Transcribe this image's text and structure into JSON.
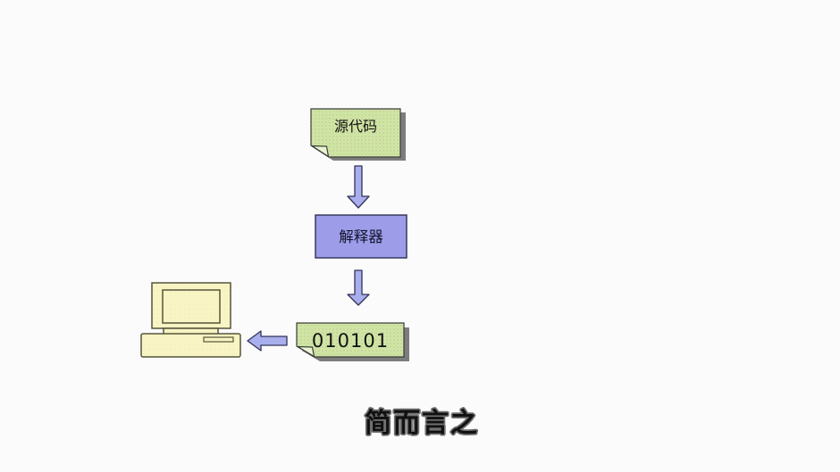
{
  "diagram": {
    "nodes": {
      "source_code": {
        "label": "源代码"
      },
      "interpreter": {
        "label": "解释器"
      },
      "machine_code": {
        "label": "010101"
      }
    },
    "caption": "简而言之",
    "icons": {
      "computer": "computer-icon",
      "flow_arrow_down": "arrow-down-icon",
      "output_arrow_left": "arrow-left-icon"
    },
    "colors": {
      "background": "#fbfbfb",
      "note_fill": "#cfe7a5",
      "note_dot": "#c8b793",
      "note_fold_fill": "#eaf2d2",
      "note_stroke": "#3c3c3c",
      "interpreter_fill": "#9c9ce8",
      "interpreter_stroke": "#2f2f55",
      "arrow_fill": "#a9afec",
      "arrow_stroke": "#33335a",
      "computer_fill": "#f8f4c3",
      "computer_stroke": "#55543c",
      "shadow": "#7d7d7d",
      "caption_fill": "#ece868",
      "caption_outline": "#707070"
    }
  }
}
